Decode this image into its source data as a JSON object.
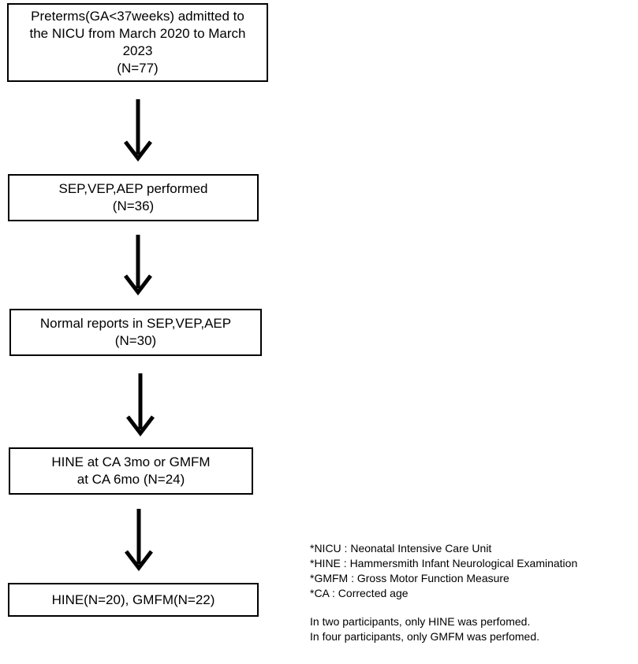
{
  "boxes": [
    {
      "id": "box1",
      "lines": [
        "Preterms(GA<37weeks) admitted to",
        "the NICU from March 2020 to March",
        "2023",
        "(N=77)"
      ]
    },
    {
      "id": "box2",
      "lines": [
        "SEP,VEP,AEP performed",
        "(N=36)"
      ]
    },
    {
      "id": "box3",
      "lines": [
        "Normal reports in SEP,VEP,AEP",
        "(N=30)"
      ]
    },
    {
      "id": "box4",
      "lines": [
        "HINE at CA 3mo or GMFM",
        "at CA 6mo (N=24)"
      ]
    },
    {
      "id": "box5",
      "lines": [
        "HINE(N=20),  GMFM(N=22)"
      ]
    }
  ],
  "abbreviations": [
    "*NICU : Neonatal Intensive Care Unit",
    "*HINE : Hammersmith Infant Neurological Examination",
    "*GMFM : Gross Motor Function Measure",
    "*CA : Corrected age"
  ],
  "footnotes": [
    "In two participants, only HINE was perfomed.",
    "In four participants, only GMFM was perfomed."
  ],
  "colors": {
    "line": "#000000",
    "background": "#ffffff"
  }
}
